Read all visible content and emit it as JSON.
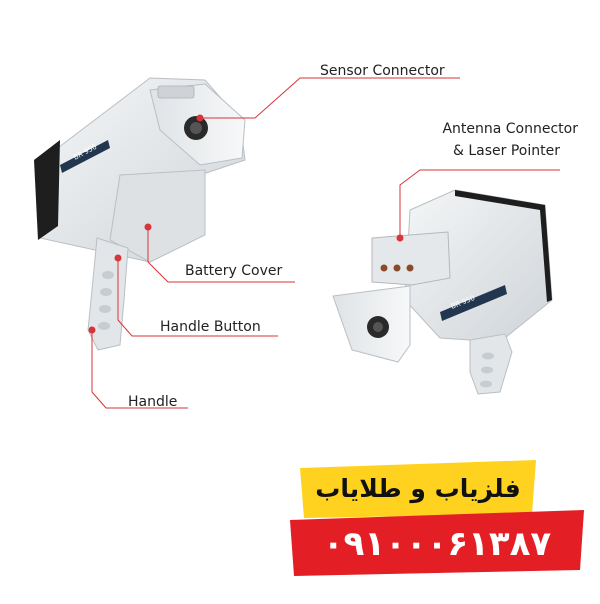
{
  "labels": {
    "sensor_connector": "Sensor Connector",
    "antenna_connector_line1": "Antenna Connector",
    "antenna_connector_line2": "& Laser Pointer",
    "battery_cover": "Battery Cover",
    "handle_button": "Handle Button",
    "handle": "Handle"
  },
  "device": {
    "model_left": "BR 950",
    "model_right": "BR 950"
  },
  "badge": {
    "title": "فلزیاب و طلایاب",
    "phone": "۰۹۱۰۰۰۶۱۳۸۷"
  },
  "colors": {
    "callout_line": "#d7353a",
    "accent_red": "#e31e24",
    "accent_yellow": "#ffd21f",
    "device_body": "#e9ecef"
  }
}
